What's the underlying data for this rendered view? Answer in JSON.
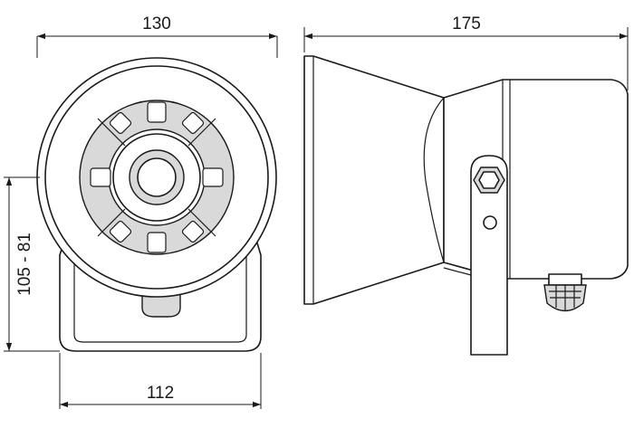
{
  "dimensions": {
    "front_width": "130",
    "side_width": "175",
    "height_range": "105 - 81",
    "bracket_width": "112"
  },
  "colors": {
    "line": "#1a1a1a",
    "body_fill": "#ffffff",
    "shade_fill": "#d9d9d9"
  }
}
